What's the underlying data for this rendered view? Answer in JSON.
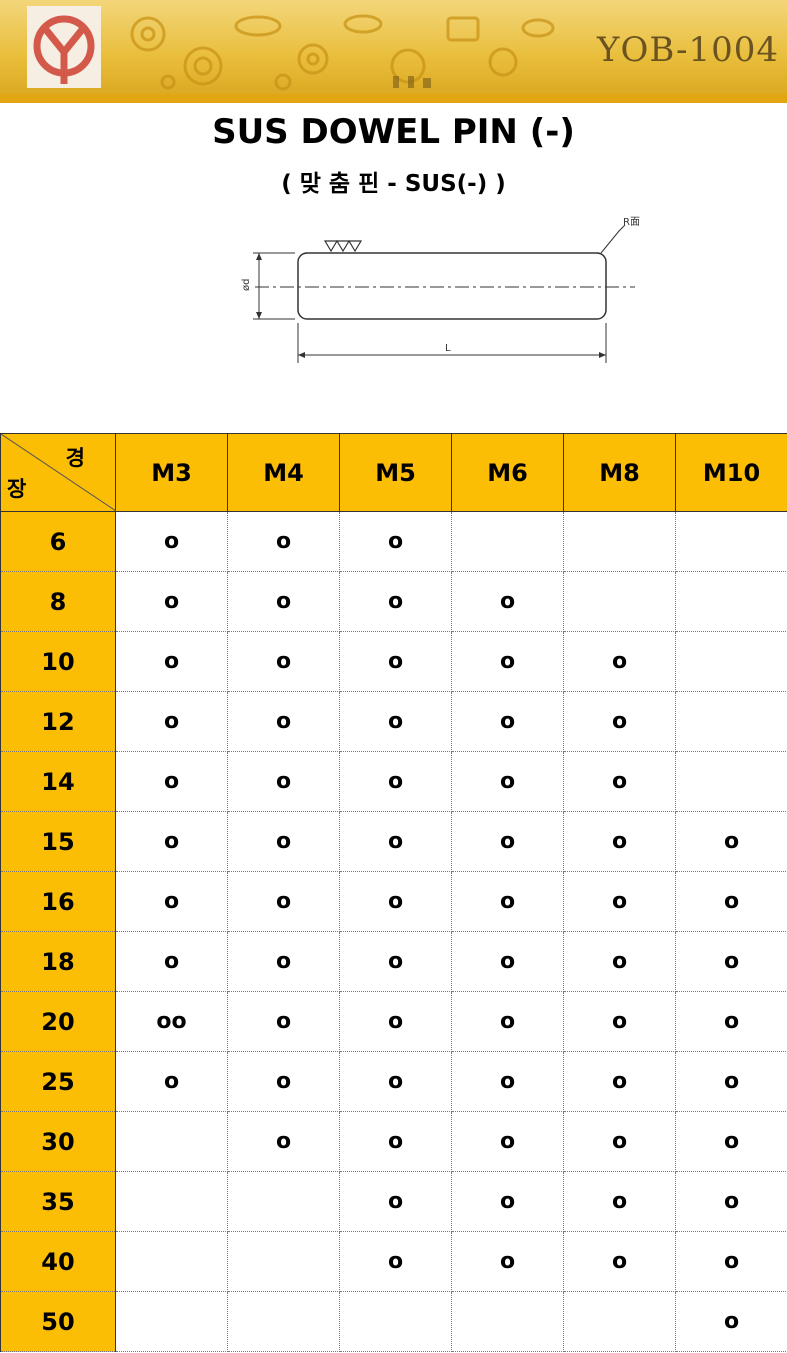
{
  "header": {
    "code": "YOB-1004"
  },
  "title": "SUS DOWEL PIN (-)",
  "subtitle": "( 맞 춤 핀 - SUS(-) )",
  "drawing": {
    "label_r": "R面",
    "label_d": "ød",
    "label_l": "L"
  },
  "table": {
    "corner_top": "경",
    "corner_bottom": "장",
    "columns": [
      "M3",
      "M4",
      "M5",
      "M6",
      "M8",
      "M10"
    ],
    "rows": [
      {
        "length": "6",
        "cells": [
          "o",
          "o",
          "o",
          "",
          "",
          ""
        ]
      },
      {
        "length": "8",
        "cells": [
          "o",
          "o",
          "o",
          "o",
          "",
          ""
        ]
      },
      {
        "length": "10",
        "cells": [
          "o",
          "o",
          "o",
          "o",
          "o",
          ""
        ]
      },
      {
        "length": "12",
        "cells": [
          "o",
          "o",
          "o",
          "o",
          "o",
          ""
        ]
      },
      {
        "length": "14",
        "cells": [
          "o",
          "o",
          "o",
          "o",
          "o",
          ""
        ]
      },
      {
        "length": "15",
        "cells": [
          "o",
          "o",
          "o",
          "o",
          "o",
          "o"
        ]
      },
      {
        "length": "16",
        "cells": [
          "o",
          "o",
          "o",
          "o",
          "o",
          "o"
        ]
      },
      {
        "length": "18",
        "cells": [
          "o",
          "o",
          "o",
          "o",
          "o",
          "o"
        ]
      },
      {
        "length": "20",
        "cells": [
          "oo",
          "o",
          "o",
          "o",
          "o",
          "o"
        ]
      },
      {
        "length": "25",
        "cells": [
          "o",
          "o",
          "o",
          "o",
          "o",
          "o"
        ]
      },
      {
        "length": "30",
        "cells": [
          "",
          "o",
          "o",
          "o",
          "o",
          "o"
        ]
      },
      {
        "length": "35",
        "cells": [
          "",
          "",
          "o",
          "o",
          "o",
          "o"
        ]
      },
      {
        "length": "40",
        "cells": [
          "",
          "",
          "o",
          "o",
          "o",
          "o"
        ]
      },
      {
        "length": "50",
        "cells": [
          "",
          "",
          "",
          "",
          "",
          "o"
        ]
      }
    ]
  }
}
